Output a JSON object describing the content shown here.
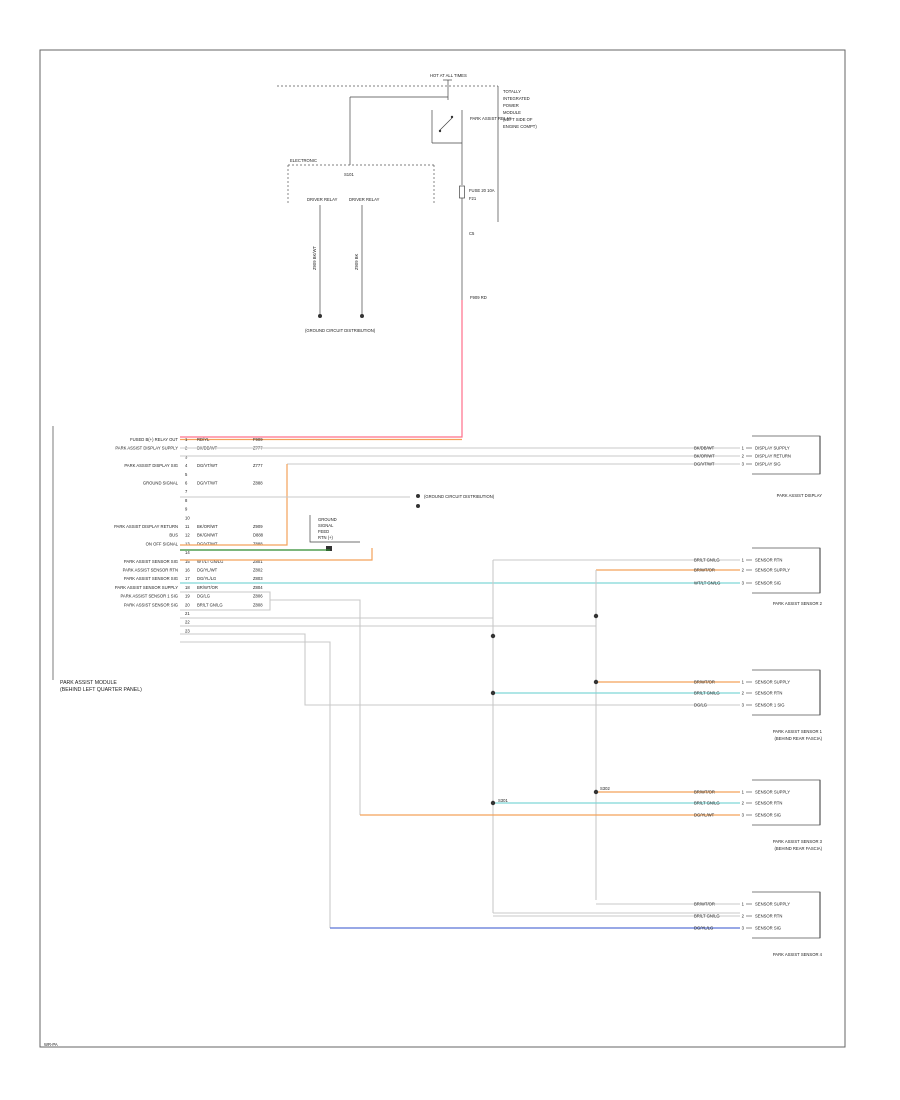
{
  "diagram_id": "WR-PA",
  "colors": {
    "red": "#ff6f8a",
    "orange": "#f4a25a",
    "teal": "#7fd7d7",
    "green": "#2e8b2e",
    "blue": "#5a74d8",
    "grey": "#c9c9c9",
    "black": "#333333"
  },
  "top": {
    "fuse_title": "HOT AT ALL TIMES",
    "relay_label": "PARK ASSIST RELAY",
    "fuse_block_desc": [
      "TOTALLY",
      "INTEGRATED",
      "POWER",
      "MODULE",
      "(LEFT SIDE OF",
      "ENGINE COMPT)"
    ],
    "ipm_label": "ELECTRONIC",
    "fuse_label": "FUSE 20 10A",
    "fuse_num": "F21",
    "fuse_pin": "C5",
    "relay_coil_left": "DRIVER RELAY",
    "relay_coil_right": "DRIVER RELAY",
    "relay_wire_left": "Z909 BK/WT",
    "relay_wire_right": "Z909 BK",
    "feed_wire": "F909 RD",
    "ground_note": "(GROUND CIRCUIT DISTRIBUTION)",
    "splice_label": "S101"
  },
  "module": {
    "name": "PARK ASSIST MODULE",
    "location": "(BEHIND LEFT QUARTER PANEL)",
    "pins": [
      {
        "n": "1",
        "func": "FUSED B(+) RELAY OUT",
        "color": "RD/YL",
        "circuit": "F909"
      },
      {
        "n": "2",
        "func": "PARK ASSIST DISPLAY SUPPLY",
        "color": "BK/DB/WT",
        "circuit": "Z777"
      },
      {
        "n": "3",
        "func": "",
        "color": "",
        "circuit": ""
      },
      {
        "n": "4",
        "func": "PARK ASSIST DISPLAY SIG",
        "color": "DG/VT/WT",
        "circuit": "Z777"
      },
      {
        "n": "5",
        "func": "",
        "color": "",
        "circuit": ""
      },
      {
        "n": "6",
        "func": "GROUND SIGNAL",
        "color": "DG/VT/WT",
        "circuit": "Z888"
      },
      {
        "n": "7",
        "func": "",
        "color": "",
        "circuit": ""
      },
      {
        "n": "8",
        "func": "",
        "color": "",
        "circuit": ""
      },
      {
        "n": "9",
        "func": "",
        "color": "",
        "circuit": ""
      },
      {
        "n": "10",
        "func": "",
        "color": "",
        "circuit": ""
      },
      {
        "n": "11",
        "func": "PARK ASSIST DISPLAY RETURN",
        "color": "BK/OR/WT",
        "circuit": "Z909"
      },
      {
        "n": "12",
        "func": "BUS",
        "color": "BK/GN/WT",
        "circuit": "D888"
      },
      {
        "n": "13",
        "func": "ON OFF SIGNAL",
        "color": "DG/VT/WT",
        "circuit": "Z888"
      },
      {
        "n": "14",
        "func": "",
        "color": "",
        "circuit": ""
      },
      {
        "n": "15",
        "func": "PARK ASSIST SENSOR SIG",
        "color": "WT/LT GN/LG",
        "circuit": "Z801"
      },
      {
        "n": "16",
        "func": "PARK ASSIST SENSOR RTN",
        "color": "DG/YL/WT",
        "circuit": "Z802"
      },
      {
        "n": "17",
        "func": "PARK ASSIST SENSOR SIG",
        "color": "DG/YL/LG",
        "circuit": "Z803"
      },
      {
        "n": "18",
        "func": "PARK ASSIST SENSOR SUPPLY",
        "color": "BR/WT/OR",
        "circuit": "Z804"
      },
      {
        "n": "19",
        "func": "PARK ASSIST SENSOR 1 SIG",
        "color": "DG/LG",
        "circuit": "Z806"
      },
      {
        "n": "20",
        "func": "PARK ASSIST SENSOR SIG",
        "color": "BR/LT GN/LG",
        "circuit": "Z808"
      },
      {
        "n": "21",
        "func": "",
        "color": "",
        "circuit": ""
      },
      {
        "n": "22",
        "func": "",
        "color": "",
        "circuit": ""
      },
      {
        "n": "23",
        "func": "",
        "color": "",
        "circuit": ""
      }
    ]
  },
  "ground_block": {
    "label": [
      "GROUND",
      "SIGNAL",
      "FEED",
      "RTN (+)"
    ],
    "ground_note": "(GROUND CIRCUIT DISTRIBUTION)"
  },
  "display": {
    "name": "PARK ASSIST DISPLAY",
    "pins": [
      {
        "n": "1",
        "label": "DISPLAY SUPPLY",
        "wire": "BK/DB/WT"
      },
      {
        "n": "2",
        "label": "DISPLAY RETURN",
        "wire": "BK/OR/WT"
      },
      {
        "n": "3",
        "label": "DISPLAY SIG",
        "wire": "DG/VT/WT"
      }
    ]
  },
  "sensors": [
    {
      "name": "PARK ASSIST SENSOR 2",
      "location": "",
      "pins": [
        {
          "n": "1",
          "label": "SENSOR RTN",
          "wire": "BR/LT GN/LG"
        },
        {
          "n": "2",
          "label": "SENSOR SUPPLY",
          "wire": "BR/WT/OR"
        },
        {
          "n": "3",
          "label": "SENSOR SIG",
          "wire": "WT/LT GN/LG"
        }
      ]
    },
    {
      "name": "PARK ASSIST SENSOR 1",
      "location": "(BEHIND REAR FASCIA)",
      "pins": [
        {
          "n": "1",
          "label": "SENSOR SUPPLY",
          "wire": "BR/WT/OR"
        },
        {
          "n": "2",
          "label": "SENSOR RTN",
          "wire": "BR/LT GN/LG"
        },
        {
          "n": "3",
          "label": "SENSOR 1 SIG",
          "wire": "DG/LG"
        }
      ]
    },
    {
      "name": "PARK ASSIST SENSOR 3",
      "location": "(BEHIND REAR FASCIA)",
      "pins": [
        {
          "n": "1",
          "label": "SENSOR SUPPLY",
          "wire": "BR/WT/OR"
        },
        {
          "n": "2",
          "label": "SENSOR RTN",
          "wire": "BR/LT GN/LG"
        },
        {
          "n": "3",
          "label": "SENSOR SIG",
          "wire": "DG/YL/WT"
        }
      ]
    },
    {
      "name": "PARK ASSIST SENSOR 4",
      "location": "",
      "pins": [
        {
          "n": "1",
          "label": "SENSOR SUPPLY",
          "wire": "BR/WT/OR"
        },
        {
          "n": "2",
          "label": "SENSOR RTN",
          "wire": "BR/LT GN/LG"
        },
        {
          "n": "3",
          "label": "SENSOR SIG",
          "wire": "DG/YL/LG"
        }
      ]
    }
  ],
  "splices": {
    "s1": "S301",
    "s2": "S302"
  }
}
